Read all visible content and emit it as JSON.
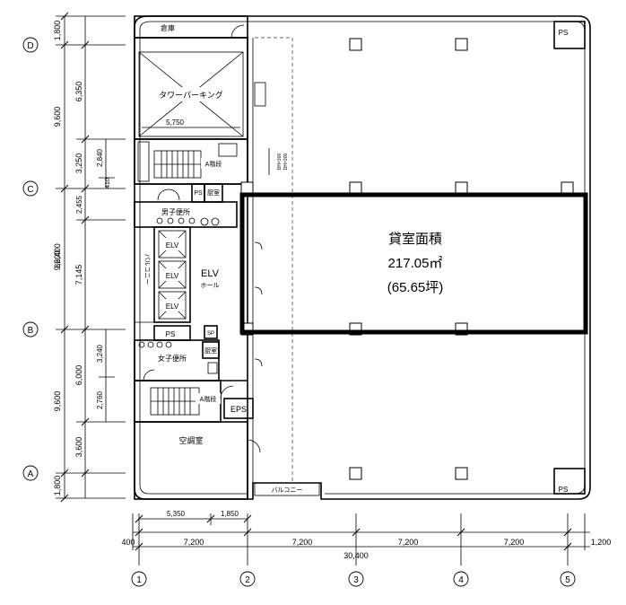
{
  "left_grid": {
    "labels": [
      "D",
      "C",
      "B",
      "A"
    ],
    "total": "32,400",
    "bays": [
      "9,600",
      "9,600",
      "9,600"
    ],
    "edge": [
      "1,800",
      "1,800"
    ],
    "sub": [
      "6,350",
      "3,250",
      "2,455",
      "7,145",
      "6,000",
      "3,600"
    ],
    "fine": [
      "2,840",
      "410",
      "3,240",
      "2,760"
    ]
  },
  "bottom_grid": {
    "labels": [
      "1",
      "2",
      "3",
      "4",
      "5"
    ],
    "bays": [
      "7,200",
      "7,200",
      "7,200",
      "7,200"
    ],
    "total": "30,400",
    "left_edge": "400",
    "right_edge": "1,200",
    "sub": [
      "5,350",
      "1,850"
    ]
  },
  "rooms": {
    "storage": "倉庫",
    "tower_parking": "タワーパーキング",
    "parking_width": "5,750",
    "stair_upper": "A階段",
    "ps_upper": "PS",
    "ps_corner_top": "PS",
    "ps_corner_bottom": "PS",
    "kitchen_upper": "厨室",
    "mens_toilet": "男子便所",
    "elv": [
      "ELV",
      "ELV",
      "ELV"
    ],
    "elv_hall": [
      "ELV",
      "ホール"
    ],
    "ps_mid": "PS",
    "sp_room": "SP",
    "kitchen_lower": "厨室",
    "womens_toilet": "女子便所",
    "stair_lower": "A階段",
    "eps": "EPS",
    "ac_room": "空調室",
    "balcony_left": "バルコニー",
    "balcony_bottom": "バルコニー",
    "dim_small": [
      "DH=300",
      "DH=300"
    ]
  },
  "rental": {
    "title": "貸室面積",
    "area_sqm": "217.05㎡",
    "area_tsubo": "(65.65坪)"
  }
}
